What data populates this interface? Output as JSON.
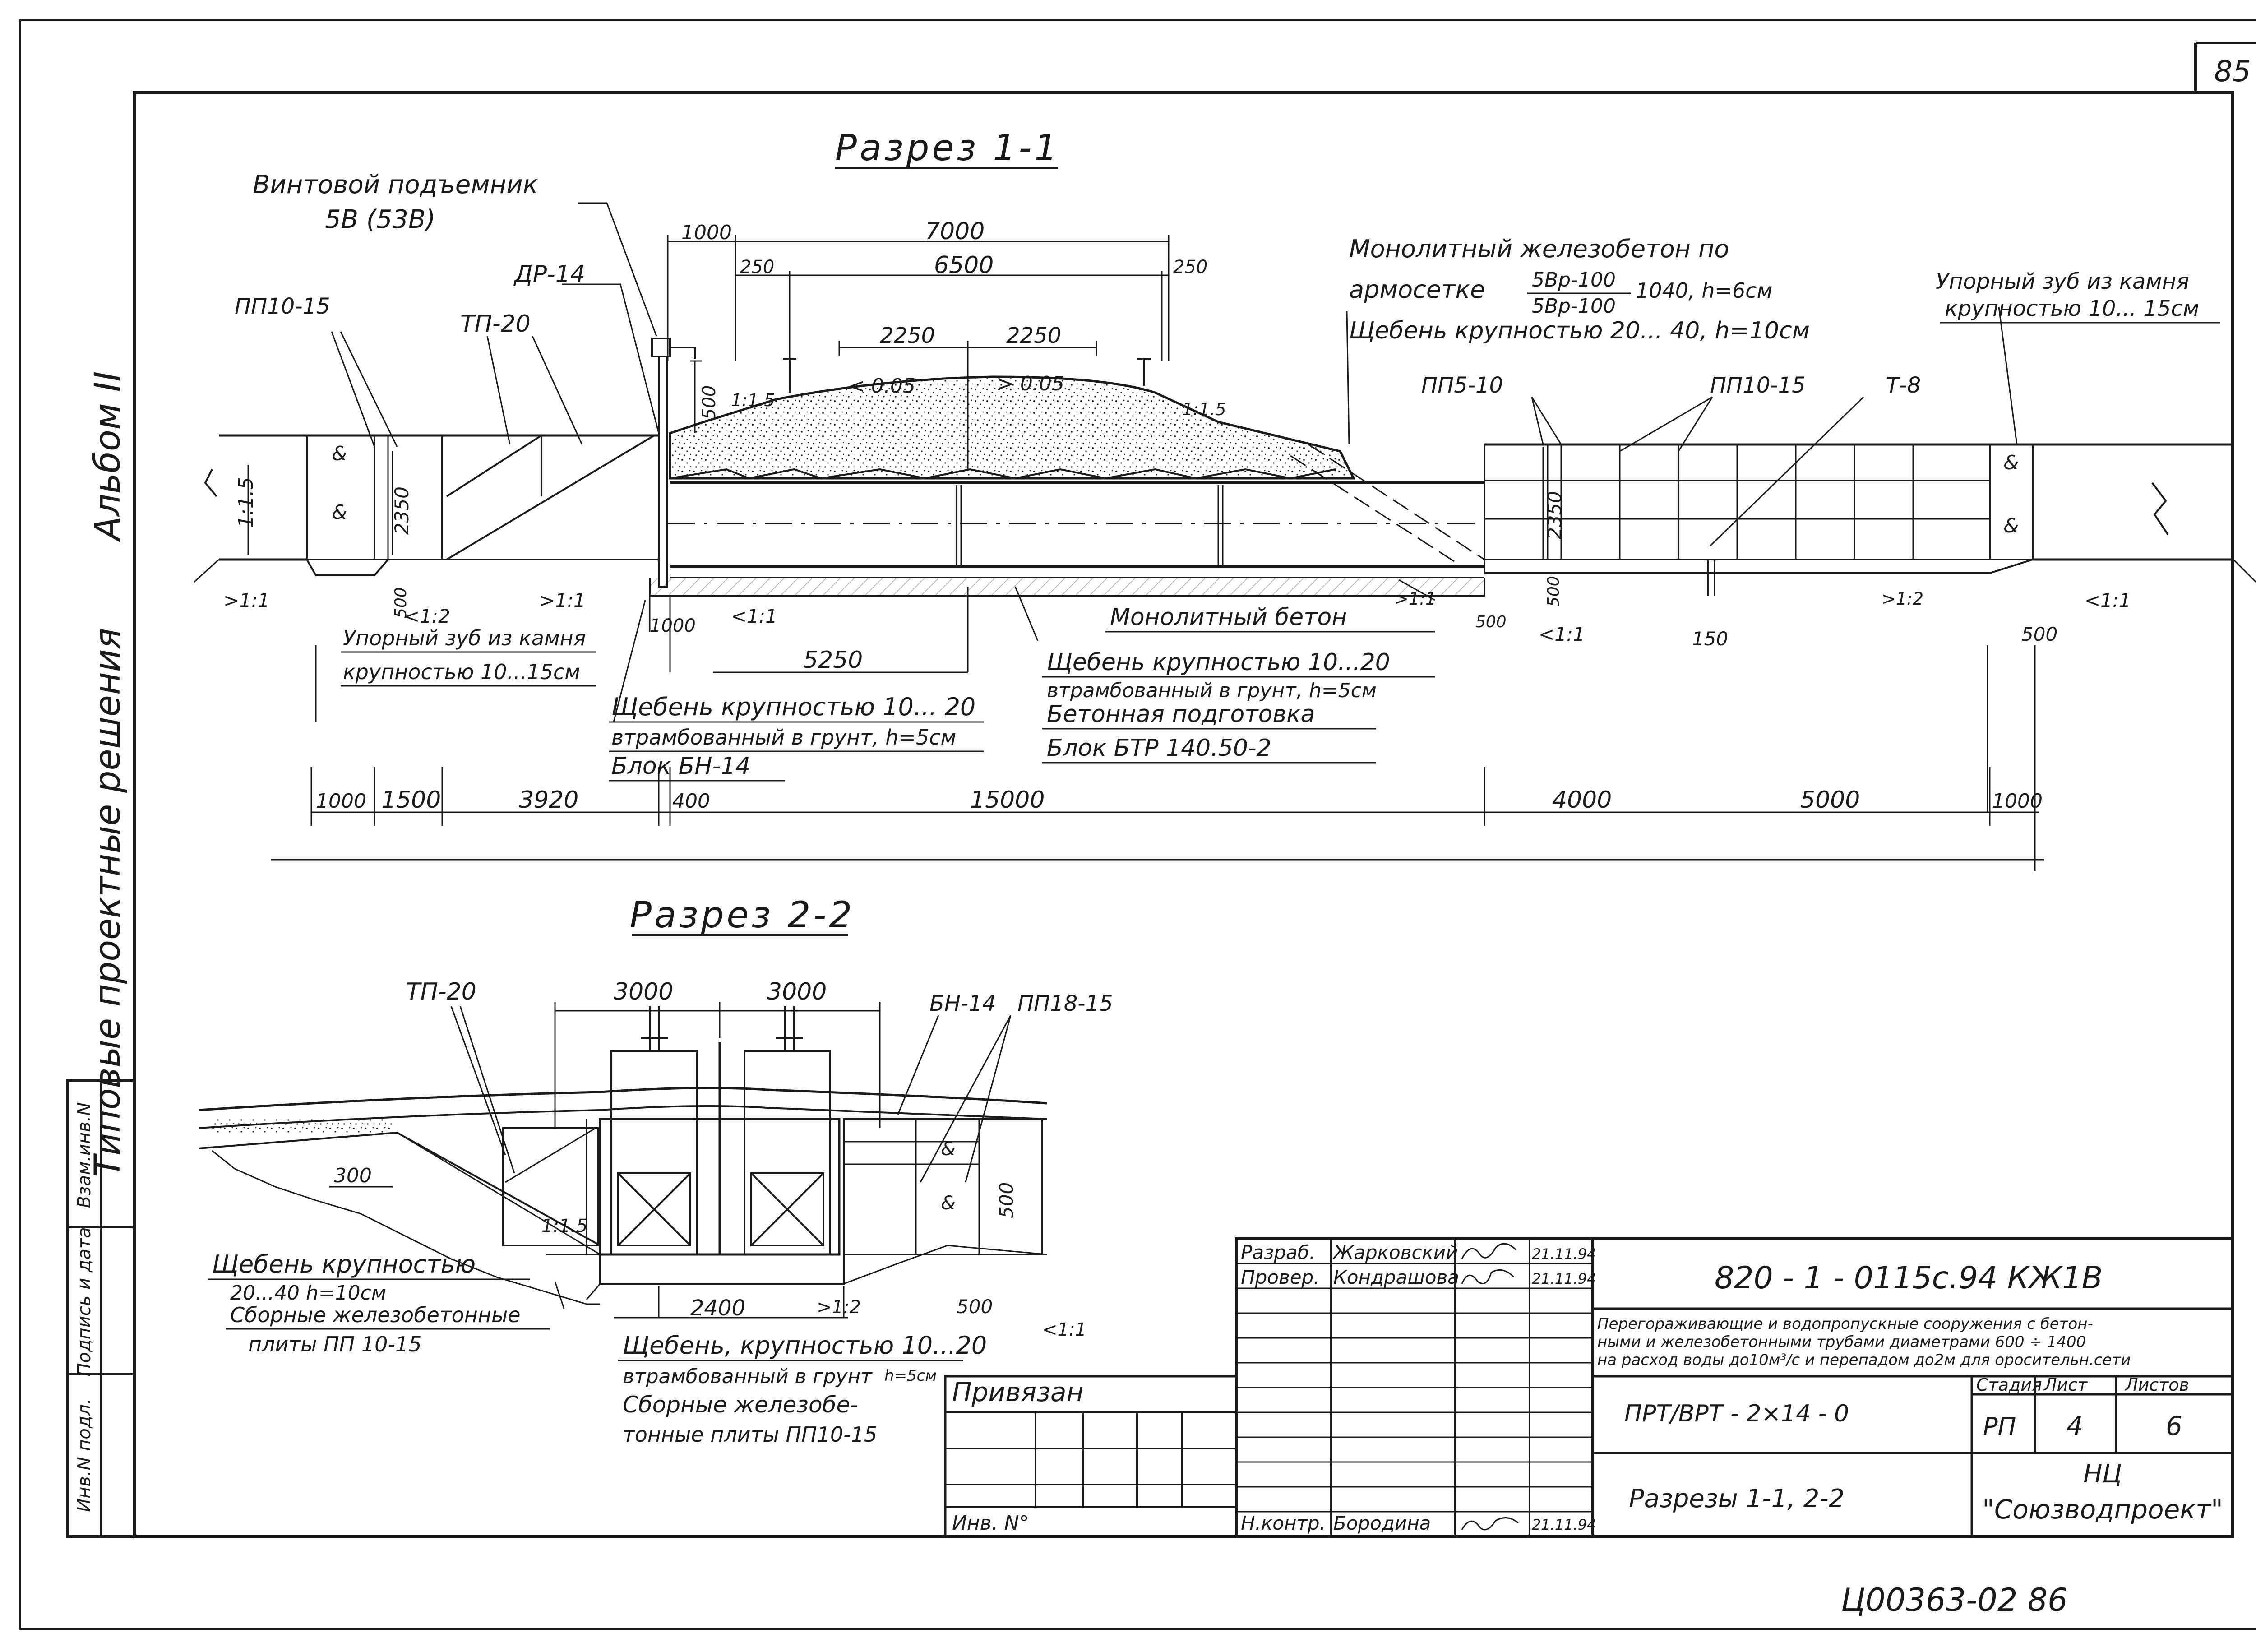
{
  "sheet": {
    "page_number": "85",
    "album": "Альбом II",
    "series_title": "Типовые проектные решения",
    "bottom_code": "Ц00363-02  86"
  },
  "side_stamp": {
    "inv_orig": "Инв.N подл.",
    "sign_date": "Подпись и дата",
    "replace_inv": "Взам.инв.N"
  },
  "section_1": {
    "title": "Разрез 1-1",
    "labels": {
      "lift": "Винтовой подъемник",
      "lift_type": "5В (53В)",
      "dr14": "ДР-14",
      "tp20": "ТП-20",
      "pp1015_left": "ПП10-15",
      "monolith_l1": "Монолитный железобетон по",
      "monolith_l2": "армосетке",
      "mesh_top": "5Вр-100",
      "mesh_bot": "5Вр-100",
      "mesh_tail": "1040, h=6см",
      "gravel_top": "Щебень крупностью 20... 40, h=10см",
      "stop_right_1": "Упорный зуб из камня",
      "stop_right_2": "крупностью 10... 15см",
      "pp510": "ПП5-10",
      "pp1015_right": "ПП10-15",
      "t8": "Т-8",
      "stop_left_1": "Упорный зуб из камня",
      "stop_left_2": "крупностью 10...15см",
      "gravel_left_1": "Щебень крупностью 10... 20",
      "gravel_left_2": "втрамбованный в грунт, h=5см",
      "gravel_left_3": "Блок БН-14",
      "monolith_concrete": "Монолитный бетон",
      "gravel_mid_1": "Щебень крупностью 10...20",
      "gravel_mid_2": "втрамбованный в грунт, h=5см",
      "gravel_mid_3": "Бетонная подготовка",
      "gravel_mid_4": "Блок БТР 140.50-2"
    },
    "slopes": {
      "s15_left": "1:1.5",
      "s15_top_l": "1:1.5",
      "s15_top_r": "1:1.5",
      "s11_a": ">1:1",
      "s12_a": "<1:2",
      "s11_b": ">1:1",
      "s11_c": "<1:1",
      "s11_d": ">1:1",
      "s11_e": "<1:1",
      "s12_b": ">1:2",
      "s11_f": "<1:1",
      "grade_l": "< 0.05",
      "grade_r": "> 0.05"
    },
    "dims": {
      "d1000_top": "1000",
      "d7000": "7000",
      "d250_l": "250",
      "d6500": "6500",
      "d250_r": "250",
      "d2250_l": "2250",
      "d2250_r": "2250",
      "d500_v": "500",
      "d2350_l": "2350",
      "d2350_r": "2350",
      "d500_a": "500",
      "d1000_a": "1000",
      "d5250": "5250",
      "d500_b": "500",
      "d150": "150",
      "d500_c": "500",
      "d500_d": "500",
      "b1000_l": "1000",
      "b1500": "1500",
      "b3920": "3920",
      "b400": "400",
      "b15000": "15000",
      "b4000": "4000",
      "b5000": "5000",
      "b1000_r": "1000"
    }
  },
  "section_2": {
    "title": "Разрез 2-2",
    "labels": {
      "tp20": "ТП-20",
      "bn14": "БН-14",
      "pp1815": "ПП18-15",
      "gravel_l1": "Щебень крупностью",
      "gravel_l2": "20...40     h=10см",
      "gravel_l3": "Сборные железобетонные",
      "gravel_l4": "плиты     ПП 10-15",
      "gravel_b1": "Щебень, крупностью 10...20",
      "gravel_b2": "втрамбованный в грунт",
      "gravel_b2h": "h=5см",
      "gravel_b3": "Сборные железобе-",
      "gravel_b4": "тонные плиты ПП10-15"
    },
    "slopes": {
      "s15": "1:1.5",
      "s12": ">1:2",
      "s11": "<1:1"
    },
    "dims": {
      "d3000_l": "3000",
      "d3000_r": "3000",
      "d300": "300",
      "d2400": "2400",
      "d500_a": "500",
      "d500_b": "500"
    }
  },
  "title_block": {
    "roles": [
      {
        "role": "Разраб.",
        "name": "Жарковский",
        "date": "21.11.94"
      },
      {
        "role": "Провер.",
        "name": "Кондрашова",
        "date": "21.11.94"
      }
    ],
    "control": {
      "role": "Н.контр.",
      "name": "Бородина",
      "date": "21.11.94"
    },
    "doc_code": "820 - 1 - 0115с.94   КЖ1В",
    "description": "Перегораживающие и водопропускные сооружения с бетонными и железобетонными трубами диаметрами 600÷1400 на расход воды до 10м³/с и перепадом до 2м для оросительн.сети",
    "desc_l1": "Перегораживающие и водопропускные сооружения с бетон-",
    "desc_l2": "ными и железобетонными трубами диаметрами 600 ÷ 1400",
    "desc_l3": "на расход воды до10м³/с и перепадом до2м для оросительн.сети",
    "structure": "ПРТ/ВРТ - 2×14 - 0",
    "stage_h": "Стадия",
    "sheet_h": "Лист",
    "sheets_h": "Листов",
    "stage": "РП",
    "sheet_no": "4",
    "sheets_total": "6",
    "drawing_name": "Разрезы 1-1, 2-2",
    "org_1": "НЦ",
    "org_2": "\"Союзводпроект\"",
    "privyazan": "Привязан",
    "inv_no": "Инв. N°"
  }
}
